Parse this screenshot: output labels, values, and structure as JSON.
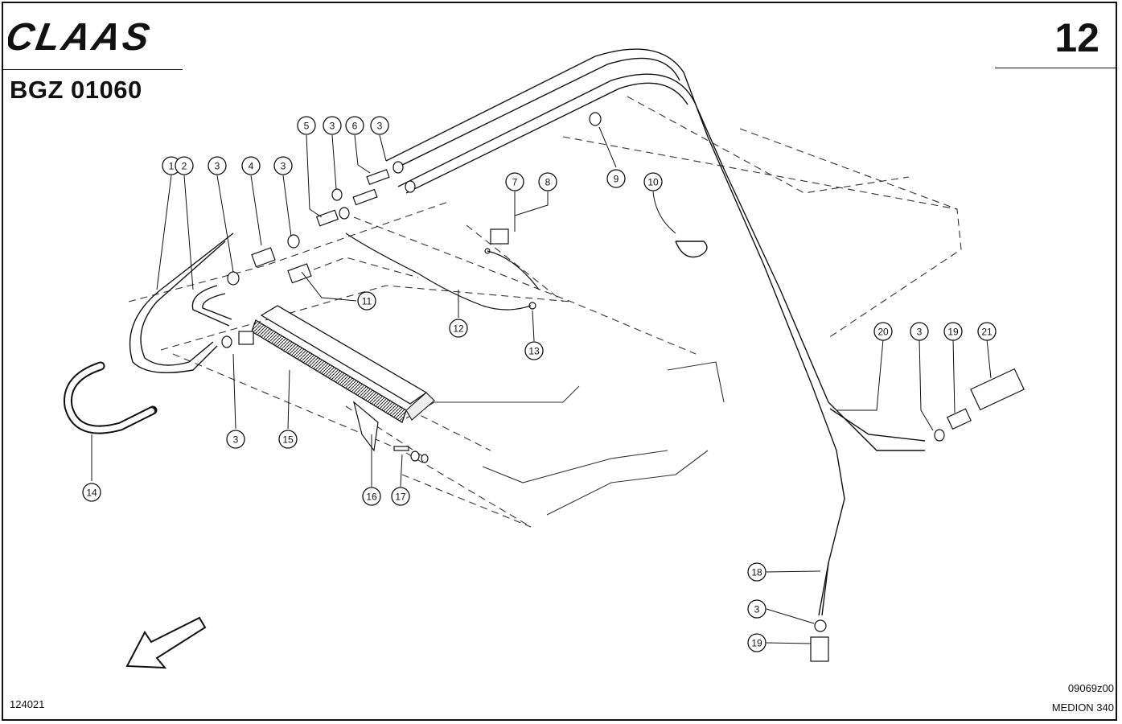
{
  "header": {
    "brand": "CLAAS",
    "doc_code": "BGZ 01060",
    "page_number": "12"
  },
  "footer": {
    "ref_left": "124021",
    "drawing_ref": "09069z00",
    "model": "MEDION 340"
  },
  "callouts": [
    {
      "id": "c1",
      "label": "1"
    },
    {
      "id": "c2",
      "label": "2"
    },
    {
      "id": "c3a",
      "label": "3"
    },
    {
      "id": "c4",
      "label": "4"
    },
    {
      "id": "c3b",
      "label": "3"
    },
    {
      "id": "c5",
      "label": "5"
    },
    {
      "id": "c3c",
      "label": "3"
    },
    {
      "id": "c6",
      "label": "6"
    },
    {
      "id": "c3d",
      "label": "3"
    },
    {
      "id": "c7",
      "label": "7"
    },
    {
      "id": "c8",
      "label": "8"
    },
    {
      "id": "c9",
      "label": "9"
    },
    {
      "id": "c10",
      "label": "10"
    },
    {
      "id": "c11",
      "label": "11"
    },
    {
      "id": "c12",
      "label": "12"
    },
    {
      "id": "c13",
      "label": "13"
    },
    {
      "id": "c3e",
      "label": "3"
    },
    {
      "id": "c15",
      "label": "15"
    },
    {
      "id": "c14",
      "label": "14"
    },
    {
      "id": "c16",
      "label": "16"
    },
    {
      "id": "c17",
      "label": "17"
    },
    {
      "id": "c20",
      "label": "20"
    },
    {
      "id": "c3f",
      "label": "3"
    },
    {
      "id": "c19a",
      "label": "19"
    },
    {
      "id": "c21",
      "label": "21"
    },
    {
      "id": "c18",
      "label": "18"
    },
    {
      "id": "c3g",
      "label": "3"
    },
    {
      "id": "c19b",
      "label": "19"
    }
  ],
  "icons": {
    "logo": "claas-logo",
    "direction": "travel-direction-arrow-icon"
  }
}
